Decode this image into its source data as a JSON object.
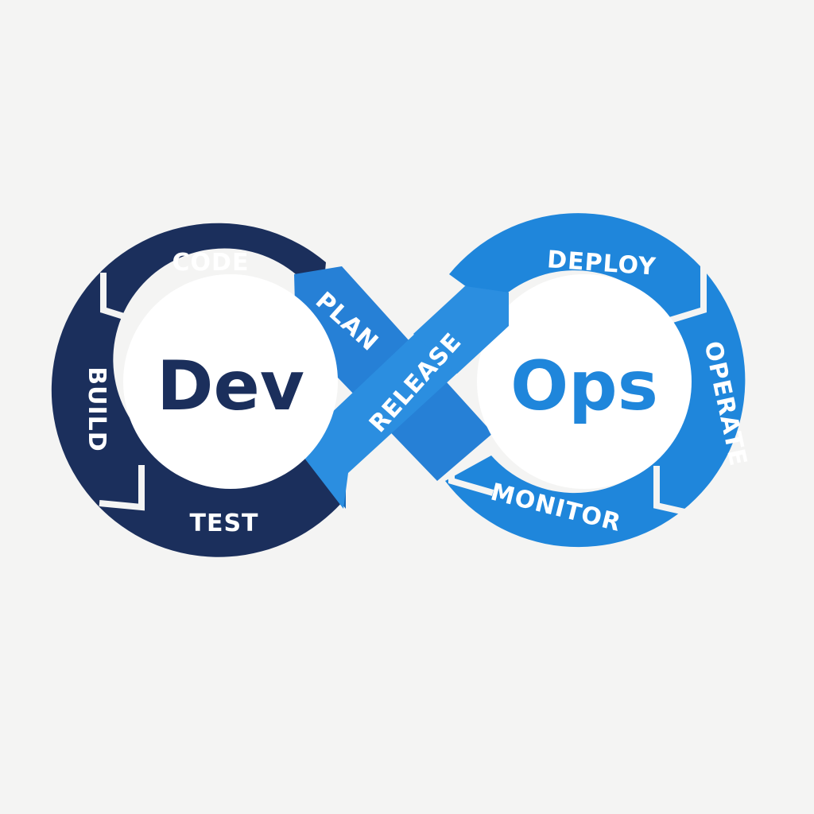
{
  "center": {
    "left": "Dev",
    "right": "Ops"
  },
  "stages": {
    "code": "CODE",
    "build": "BUILD",
    "test": "TEST",
    "plan": "PLAN",
    "release": "RELEASE",
    "deploy": "DEPLOY",
    "operate": "OPERATE",
    "monitor": "MONITOR"
  },
  "colors": {
    "background": "#f4f4f3",
    "dev_navy": "#1b2f5c",
    "ops_blue": "#1f86db",
    "ribbon_blue": "#2b8ee0",
    "ribbon_shadow": "#1568b8",
    "inner_white": "#ffffff"
  }
}
